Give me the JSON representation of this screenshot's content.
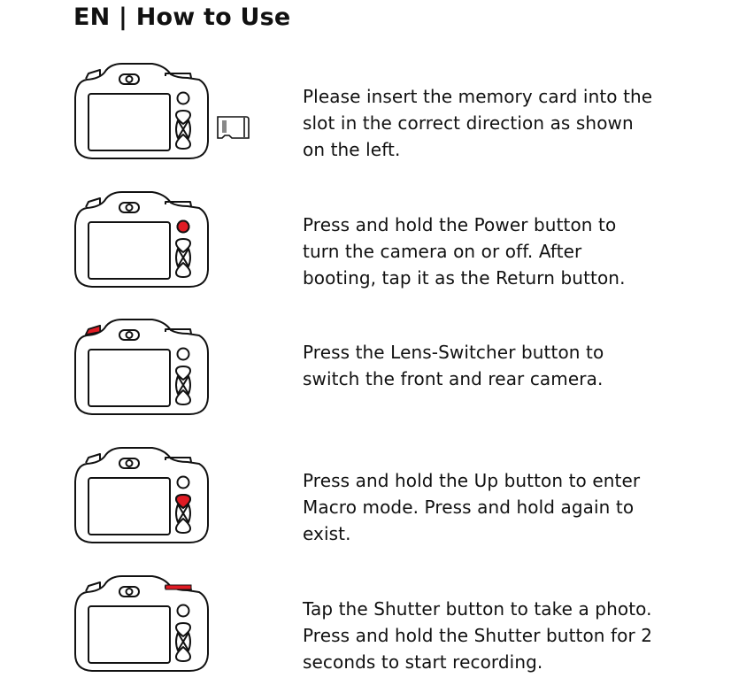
{
  "title": "EN | How to Use",
  "accent": "#e01b24",
  "steps": [
    {
      "icon": "camera-memory-card-icon",
      "lines": [
        "Please insert the memory card into the",
        "slot in the correct direction as shown",
        "on the left."
      ]
    },
    {
      "icon": "camera-power-button-icon",
      "lines": [
        "Press and hold the Power button to",
        "turn the camera on or off. After",
        "booting, tap it as the Return button."
      ]
    },
    {
      "icon": "camera-lens-switcher-icon",
      "lines": [
        "Press the Lens-Switcher button to",
        "switch the front and rear camera."
      ]
    },
    {
      "icon": "camera-up-button-icon",
      "lines": [
        "Press and hold the Up button to enter",
        "Macro mode. Press and hold again to",
        "exist."
      ]
    },
    {
      "icon": "camera-shutter-button-icon",
      "lines": [
        "Tap the Shutter button to take a photo.",
        "Press and hold the Shutter button for 2",
        "seconds to start recording."
      ]
    }
  ]
}
